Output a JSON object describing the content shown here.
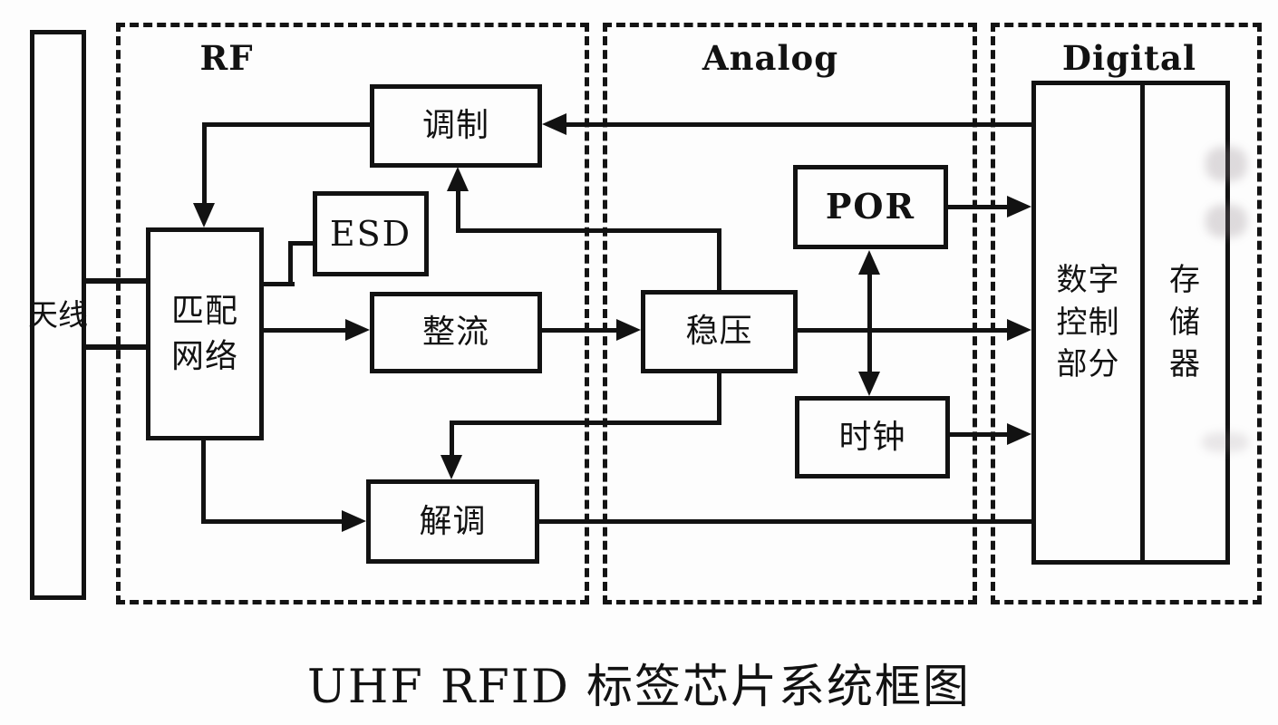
{
  "diagram": {
    "caption": "UHF RFID 标签芯片系统框图",
    "colors": {
      "ink": "#121212",
      "background": "#fdfdfd"
    },
    "regions": {
      "rf": {
        "label": "RF"
      },
      "analog": {
        "label": "Analog"
      },
      "digital": {
        "label": "Digital"
      }
    },
    "blocks": {
      "antenna": {
        "label": "天线"
      },
      "matching_network": {
        "label": "匹配\n网络"
      },
      "modulator": {
        "label": "调制"
      },
      "esd": {
        "label": "ESD"
      },
      "rectifier": {
        "label": "整流"
      },
      "regulator": {
        "label": "稳压"
      },
      "por": {
        "label": "POR"
      },
      "clock": {
        "label": "时钟"
      },
      "demodulator": {
        "label": "解调"
      },
      "digital_control": {
        "label": "数字\n控制\n部分"
      },
      "memory": {
        "label": "存\n储\n器"
      }
    },
    "connections": [
      {
        "from": "antenna",
        "to": "matching_network",
        "style": "plain double link"
      },
      {
        "from": "matching_network",
        "to": "esd",
        "style": "plain"
      },
      {
        "from": "matching_network",
        "to": "rectifier",
        "style": "arrow"
      },
      {
        "from": "matching_network",
        "to": "demodulator",
        "style": "arrow"
      },
      {
        "from": "modulator",
        "to": "matching_network",
        "style": "arrow"
      },
      {
        "from": "digital_control",
        "to": "modulator",
        "style": "arrow"
      },
      {
        "from": "rectifier",
        "to": "regulator",
        "style": "arrow"
      },
      {
        "from": "regulator",
        "to": "modulator",
        "style": "arrow"
      },
      {
        "from": "regulator",
        "to": "digital_control",
        "style": "arrow"
      },
      {
        "from": "regulator",
        "to": "demodulator",
        "style": "arrow"
      },
      {
        "from": "por",
        "to": "clock",
        "style": "double-arrow"
      },
      {
        "from": "por",
        "to": "digital_control",
        "style": "arrow"
      },
      {
        "from": "clock",
        "to": "digital_control",
        "style": "arrow"
      },
      {
        "from": "demodulator",
        "to": "digital_control",
        "style": "plain"
      }
    ]
  }
}
